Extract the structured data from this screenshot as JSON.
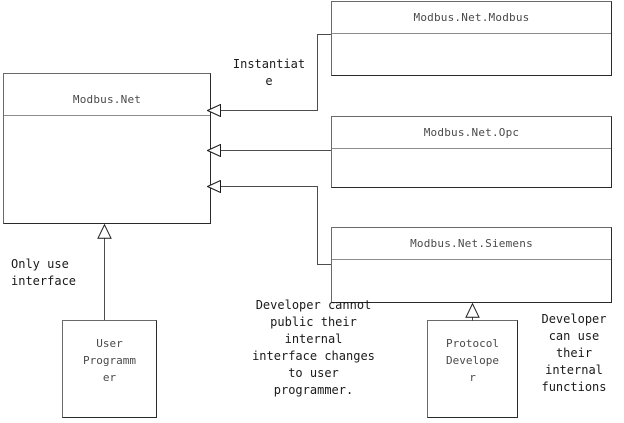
{
  "diagram": {
    "title": "Modbus.Net layered architecture",
    "colors": {
      "background": "#ffffff",
      "box_border": "#6a6a6a",
      "box_border_shadow": "#2a2a2a",
      "connector": "#4d4d4d",
      "title_text": "#4a4a4a",
      "note_text": "#1a1a1a"
    },
    "boxes": [
      {
        "id": "modbus-net",
        "label": "Modbus.Net"
      },
      {
        "id": "modbus-net-modbus",
        "label": "Modbus.Net.Modbus"
      },
      {
        "id": "modbus-net-opc",
        "label": "Modbus.Net.Opc"
      },
      {
        "id": "modbus-net-siemens",
        "label": "Modbus.Net.Siemens"
      },
      {
        "id": "user-programmer",
        "label": "User\nProgramm\ner"
      },
      {
        "id": "protocol-developer",
        "label": "Protocol\nDevelope\nr"
      }
    ],
    "notes": [
      {
        "id": "instantiate",
        "text": "Instantiat\ne"
      },
      {
        "id": "only-use-interface",
        "text": "Only use\ninterface"
      },
      {
        "id": "developer-cannot",
        "text": "Developer cannot\npublic their\ninternal\ninterface changes\nto user\nprogrammer."
      },
      {
        "id": "developer-can-use",
        "text": "Developer\ncan use\ntheir\ninternal\nfunctions"
      }
    ],
    "relationships": [
      {
        "from": "modbus-net-modbus",
        "to": "modbus-net",
        "type": "instantiate"
      },
      {
        "from": "modbus-net-opc",
        "to": "modbus-net",
        "type": "instantiate"
      },
      {
        "from": "modbus-net-siemens",
        "to": "modbus-net",
        "type": "instantiate"
      },
      {
        "from": "user-programmer",
        "to": "modbus-net",
        "type": "generalization"
      },
      {
        "from": "protocol-developer",
        "to": "modbus-net-siemens",
        "type": "generalization"
      }
    ]
  }
}
